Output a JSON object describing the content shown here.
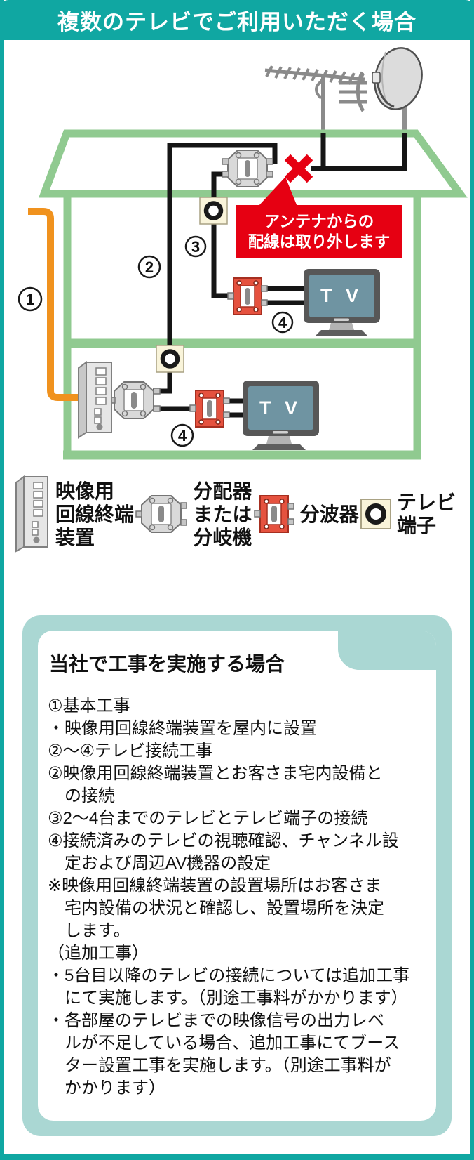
{
  "header": {
    "title": "複数のテレビでご利用いただく場合"
  },
  "colors": {
    "teal": "#10a7a2",
    "pale_teal": "#aad7d3",
    "house_green": "#90ca90",
    "cable_orange": "#f0921e",
    "alert_red": "#e60012",
    "splitter_red": "#e5523f",
    "tv_screen": "#6f94a2",
    "outlet_cream": "#f9f4da"
  },
  "diagram": {
    "callout": {
      "line1": "アンテナからの",
      "line2": "配線は取り外します"
    },
    "tv_label": "T V",
    "markers": {
      "m1": "1",
      "m2": "2",
      "m3": "3",
      "m4": "4"
    }
  },
  "legend": {
    "items": [
      {
        "icon": "onu-icon",
        "label": "映像用\n回線終端\n装置"
      },
      {
        "icon": "splitter-icon",
        "label": "分配器\nまたは\n分岐機"
      },
      {
        "icon": "wave-splitter-icon",
        "label": "分波器"
      },
      {
        "icon": "tv-outlet-icon",
        "label": "テレビ\n端子"
      }
    ]
  },
  "notes": {
    "title": "当社で工事を実施する場合",
    "lines": [
      {
        "text": "①基本工事",
        "indent": 0
      },
      {
        "text": "・映像用回線終端装置を屋内に設置",
        "indent": 0
      },
      {
        "text": "②〜④テレビ接続工事",
        "indent": 0
      },
      {
        "text": "②映像用回線終端装置とお客さま宅内設備と",
        "indent": 0
      },
      {
        "text": "の接続",
        "indent": 1
      },
      {
        "text": "③2〜4台までのテレビとテレビ端子の接続",
        "indent": 0
      },
      {
        "text": "④接続済みのテレビの視聴確認、チャンネル設",
        "indent": 0
      },
      {
        "text": "定および周辺AV機器の設定",
        "indent": 1
      },
      {
        "text": "※映像用回線終端装置の設置場所はお客さま",
        "indent": 0
      },
      {
        "text": "宅内設備の状況と確認し、設置場所を決定",
        "indent": 1
      },
      {
        "text": "します。",
        "indent": 1
      },
      {
        "text": "（追加工事）",
        "indent": 0
      },
      {
        "text": "・5台目以降のテレビの接続については追加工事",
        "indent": 0
      },
      {
        "text": "にて実施します。（別途工事料がかかります）",
        "indent": 1
      },
      {
        "text": "・各部屋のテレビまでの映像信号の出力レベ",
        "indent": 0
      },
      {
        "text": "ルが不足している場合、追加工事にてブース",
        "indent": 1
      },
      {
        "text": "ター設置工事を実施します。（別途工事料が",
        "indent": 1
      },
      {
        "text": "かかります）",
        "indent": 1
      }
    ]
  }
}
